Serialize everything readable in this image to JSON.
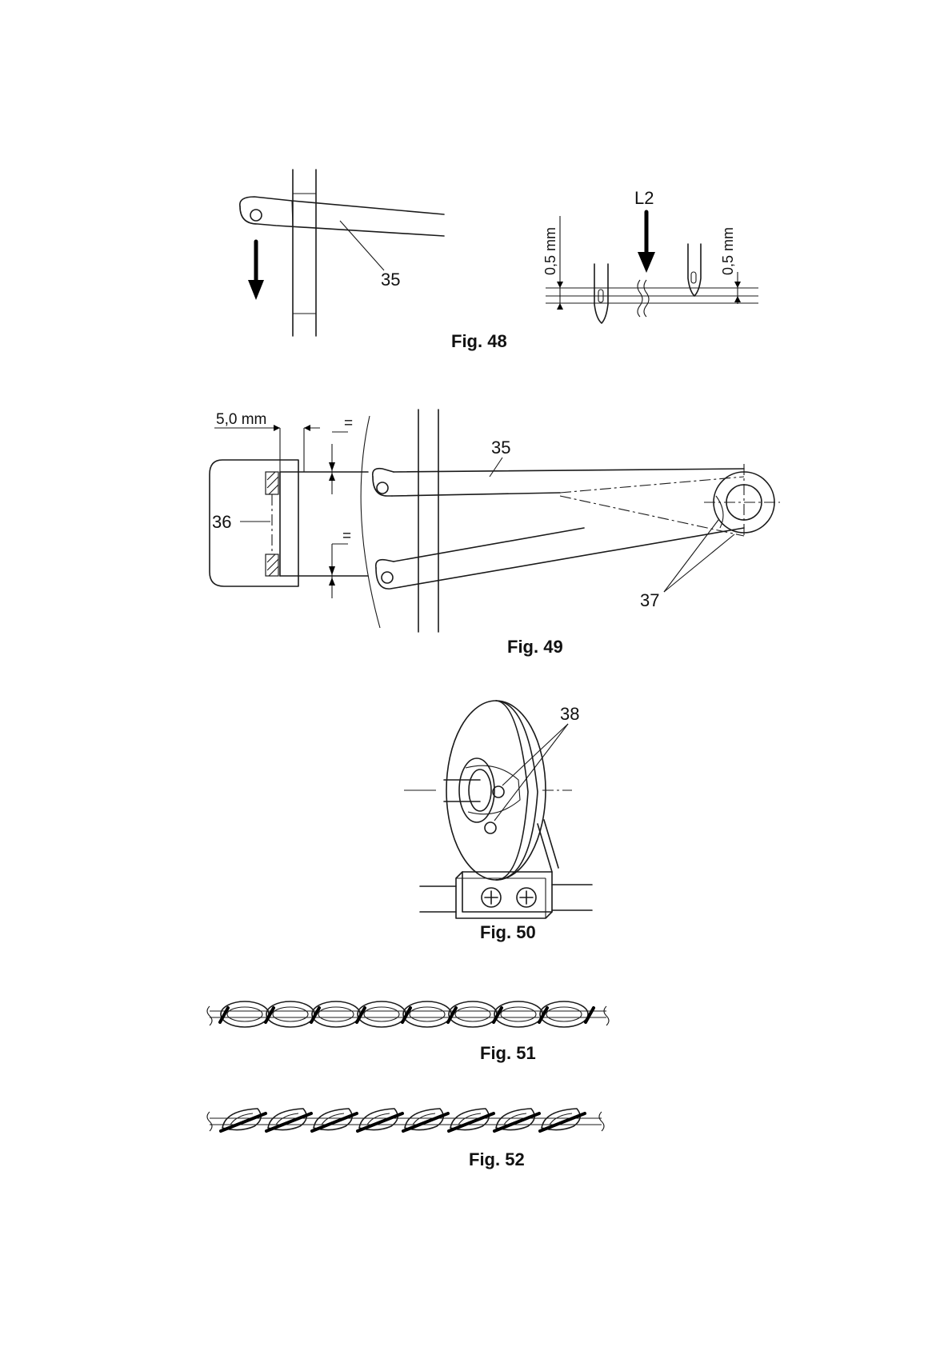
{
  "figures": {
    "fig48": {
      "caption": "Fig. 48",
      "label_35": "35",
      "label_l2": "L2",
      "dim_left": "0,5 mm",
      "dim_right": "0,5 mm"
    },
    "fig49": {
      "caption": "Fig. 49",
      "dim_width": "5,0 mm",
      "equal_top": "=",
      "equal_bottom": "=",
      "label_35": "35",
      "label_36": "36",
      "label_37": "37"
    },
    "fig50": {
      "caption": "Fig. 50",
      "label_38": "38"
    },
    "fig51": {
      "caption": "Fig. 51"
    },
    "fig52": {
      "caption": "Fig. 52"
    }
  }
}
